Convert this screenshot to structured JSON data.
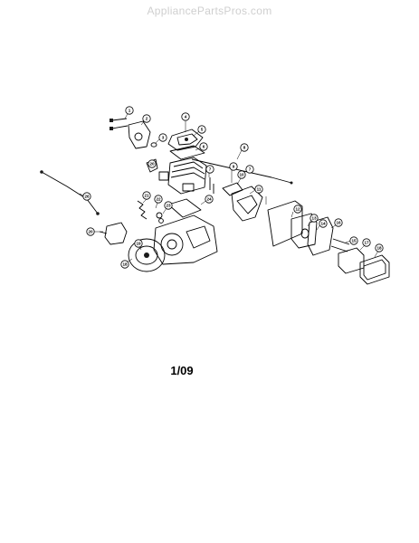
{
  "watermark": "AppliancePartsPros.com",
  "date_code": "1/09",
  "callouts": [
    "1",
    "2",
    "3",
    "4",
    "5",
    "6",
    "7",
    "8",
    "9",
    "10",
    "11",
    "12",
    "13",
    "14",
    "15",
    "16",
    "17",
    "18",
    "19",
    "20",
    "21",
    "22",
    "23",
    "24",
    "25",
    "26"
  ]
}
